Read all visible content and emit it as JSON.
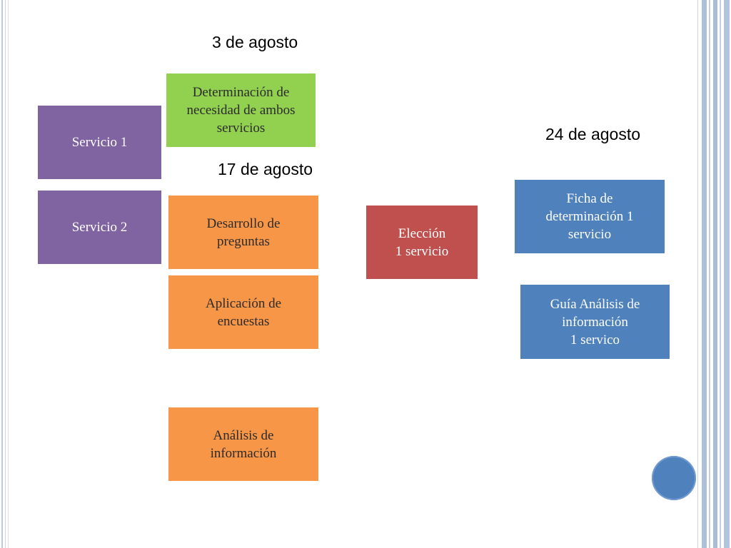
{
  "dates": {
    "aug3": "3 de agosto",
    "aug17": "17 de agosto",
    "aug24": "24 de agosto"
  },
  "boxes": {
    "servicio1": "Servicio 1",
    "servicio2": "Servicio 2",
    "determinacion": "Determinación de\nnecesidad de ambos\nservicios",
    "desarrollo": "Desarrollo de\npreguntas",
    "aplicacion": "Aplicación de\nencuestas",
    "analisis": "Análisis de\ninformación",
    "eleccion": "Elección\n1 servicio",
    "ficha": "Ficha de\ndeterminación 1\nservicio",
    "guia": "Guía Análisis de\ninformación\n1 servico"
  },
  "colors": {
    "purple": "#8064a2",
    "green": "#92d050",
    "orange": "#f79646",
    "red": "#c0504d",
    "blue": "#4f81bd"
  }
}
